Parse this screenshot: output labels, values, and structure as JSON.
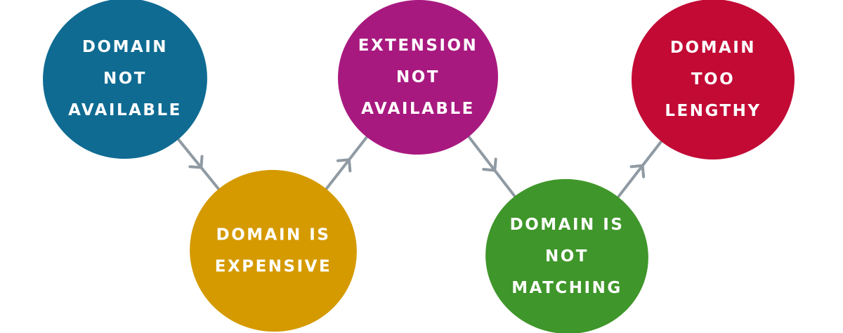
{
  "colors": {
    "connector": "#8f9aa3",
    "text": "#ffffff"
  },
  "nodes": [
    {
      "id": "domain-not-available",
      "lines": [
        "DOMAIN",
        "NOT",
        "AVAILABLE"
      ],
      "color": "#0f6b92"
    },
    {
      "id": "domain-is-expensive",
      "lines": [
        "DOMAIN IS",
        "EXPENSIVE"
      ],
      "color": "#d59a00"
    },
    {
      "id": "extension-not-available",
      "lines": [
        "EXTENSION",
        "NOT",
        "AVAILABLE"
      ],
      "color": "#a8197f"
    },
    {
      "id": "domain-is-not-matching",
      "lines": [
        "DOMAIN IS",
        "NOT",
        "MATCHING"
      ],
      "color": "#3f962a"
    },
    {
      "id": "domain-too-lengthy",
      "lines": [
        "DOMAIN",
        "TOO",
        "LENGTHY"
      ],
      "color": "#c20a35"
    }
  ],
  "edges": [
    {
      "from": "domain-not-available",
      "to": "domain-is-expensive"
    },
    {
      "from": "domain-is-expensive",
      "to": "extension-not-available"
    },
    {
      "from": "extension-not-available",
      "to": "domain-is-not-matching"
    },
    {
      "from": "domain-is-not-matching",
      "to": "domain-too-lengthy"
    }
  ]
}
